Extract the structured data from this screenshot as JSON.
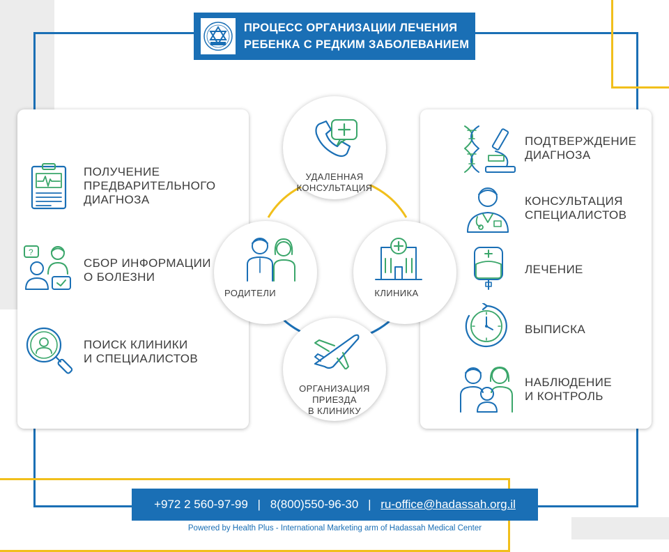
{
  "title": {
    "line1": "ПРОЦЕСС ОРГАНИЗАЦИИ ЛЕЧЕНИЯ",
    "line2": "РЕБЕНКА С РЕДКИМ ЗАБОЛЕВАНИЕМ"
  },
  "colors": {
    "blue": "#1a6fb5",
    "yellow": "#f1bf1b",
    "green": "#3aa66a",
    "text": "#3c3c3c"
  },
  "left_steps": [
    {
      "icon": "clipboard-cardiogram-icon",
      "lines": [
        "ПОЛУЧЕНИЕ",
        "ПРЕДВАРИТЕЛЬНОГО",
        "ДИАГНОЗА"
      ]
    },
    {
      "icon": "doctor-patient-chat-icon",
      "lines": [
        "СБОР ИНФОРМАЦИИ",
        "О БОЛЕЗНИ"
      ]
    },
    {
      "icon": "magnifier-doctor-icon",
      "lines": [
        "ПОИСК КЛИНИКИ",
        "И СПЕЦИАЛИСТОВ"
      ]
    }
  ],
  "cycle": [
    {
      "icon": "phone-medical-chat-icon",
      "lines": [
        "УДАЛЕННАЯ",
        "КОНСУЛЬТАЦИЯ"
      ]
    },
    {
      "icon": "clinic-building-icon",
      "lines": [
        "КЛИНИКА"
      ]
    },
    {
      "icon": "airplane-icon",
      "lines": [
        "ОРГАНИЗАЦИЯ",
        "ПРИЕЗДА",
        "В КЛИНИКУ"
      ]
    },
    {
      "icon": "parents-icon",
      "lines": [
        "РОДИТЕЛИ"
      ]
    }
  ],
  "right_steps": [
    {
      "icon": "dna-microscope-icon",
      "lines": [
        "ПОДТВЕРЖДЕНИЕ",
        "ДИАГНОЗА"
      ]
    },
    {
      "icon": "doctor-specialist-icon",
      "lines": [
        "КОНСУЛЬТАЦИЯ",
        "СПЕЦИАЛИСТОВ"
      ]
    },
    {
      "icon": "iv-bag-icon",
      "lines": [
        "ЛЕЧЕНИЕ"
      ]
    },
    {
      "icon": "clock-arrow-icon",
      "lines": [
        "ВЫПИСКА"
      ]
    },
    {
      "icon": "family-icon",
      "lines": [
        "НАБЛЮДЕНИЕ",
        "И КОНТРОЛЬ"
      ]
    }
  ],
  "contact": {
    "phone1": "+972 2 560-97-99",
    "separator": "|",
    "phone2": "8(800)550-96-30",
    "email": "ru-office@hadassah.org.il"
  },
  "footer": "Powered by Health Plus - International Marketing arm of Hadassah Medical Center"
}
